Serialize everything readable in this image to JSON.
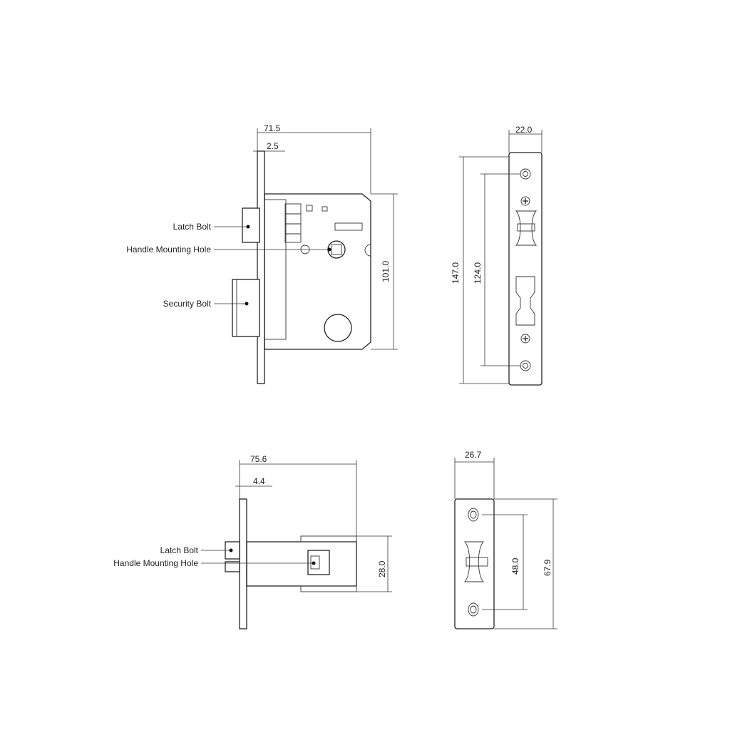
{
  "mortise_lock": {
    "dims": {
      "total_depth": "71.5",
      "faceplate_thickness": "2.5",
      "case_height": "101.0"
    },
    "labels": {
      "latch_bolt": "Latch Bolt",
      "handle_hole": "Handle Mounting Hole",
      "security_bolt": "Security Bolt"
    }
  },
  "mortise_faceplate": {
    "dims": {
      "width": "22.0",
      "plate_height": "147.0",
      "hole_spacing": "124.0"
    }
  },
  "tubular_latch": {
    "dims": {
      "total_depth": "75.6",
      "faceplate_thickness": "4.4",
      "body_height": "28.0"
    },
    "labels": {
      "latch_bolt": "Latch Bolt",
      "handle_hole": "Handle Mounting Hole"
    }
  },
  "latch_faceplate": {
    "dims": {
      "width": "26.7",
      "plate_height": "67.9",
      "hole_spacing": "48.0"
    }
  }
}
